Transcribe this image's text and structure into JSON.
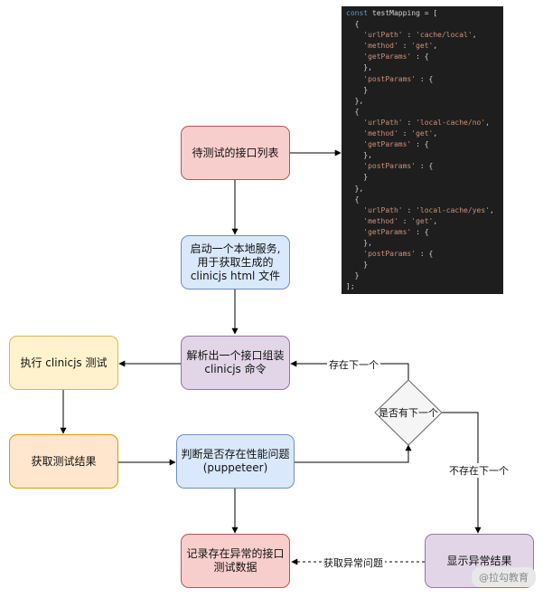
{
  "nodes": {
    "api_list": "待测试的接口列表",
    "start_service": "启动一个本地服务, 用于获取生成的 clinicjs html 文件",
    "parse_api": "解析出一个接口组装 clinicjs 命令",
    "run_clinic": "执行 clinicjs 测试",
    "get_result": "获取测试结果",
    "check_perf": "判断是否存在性能问题 (puppeteer)",
    "has_next": "是否有下一个",
    "record_data": "记录存在异常的接口测试数据",
    "show_result": "显示异常结果"
  },
  "edge_labels": {
    "exists_next": "存在下一个",
    "no_next": "不存在下一个",
    "get_problem": "获取异常问题"
  },
  "code_lines": [
    "const testMapping = [",
    "  {",
    "    'urlPath' : 'cache/local',",
    "    'method' : 'get',",
    "    'getParams' : {",
    "    },",
    "    'postParams' : {",
    "    }",
    "  },",
    "  {",
    "    'urlPath' : 'local-cache/no',",
    "    'method' : 'get',",
    "    'getParams' : {",
    "    },",
    "    'postParams' : {",
    "    }",
    "  },",
    "  {",
    "    'urlPath' : 'local-cache/yes',",
    "    'method' : 'get',",
    "    'getParams' : {",
    "    },",
    "    'postParams' : {",
    "    }",
    "  }",
    "];"
  ],
  "watermark": "@拉勾教育"
}
